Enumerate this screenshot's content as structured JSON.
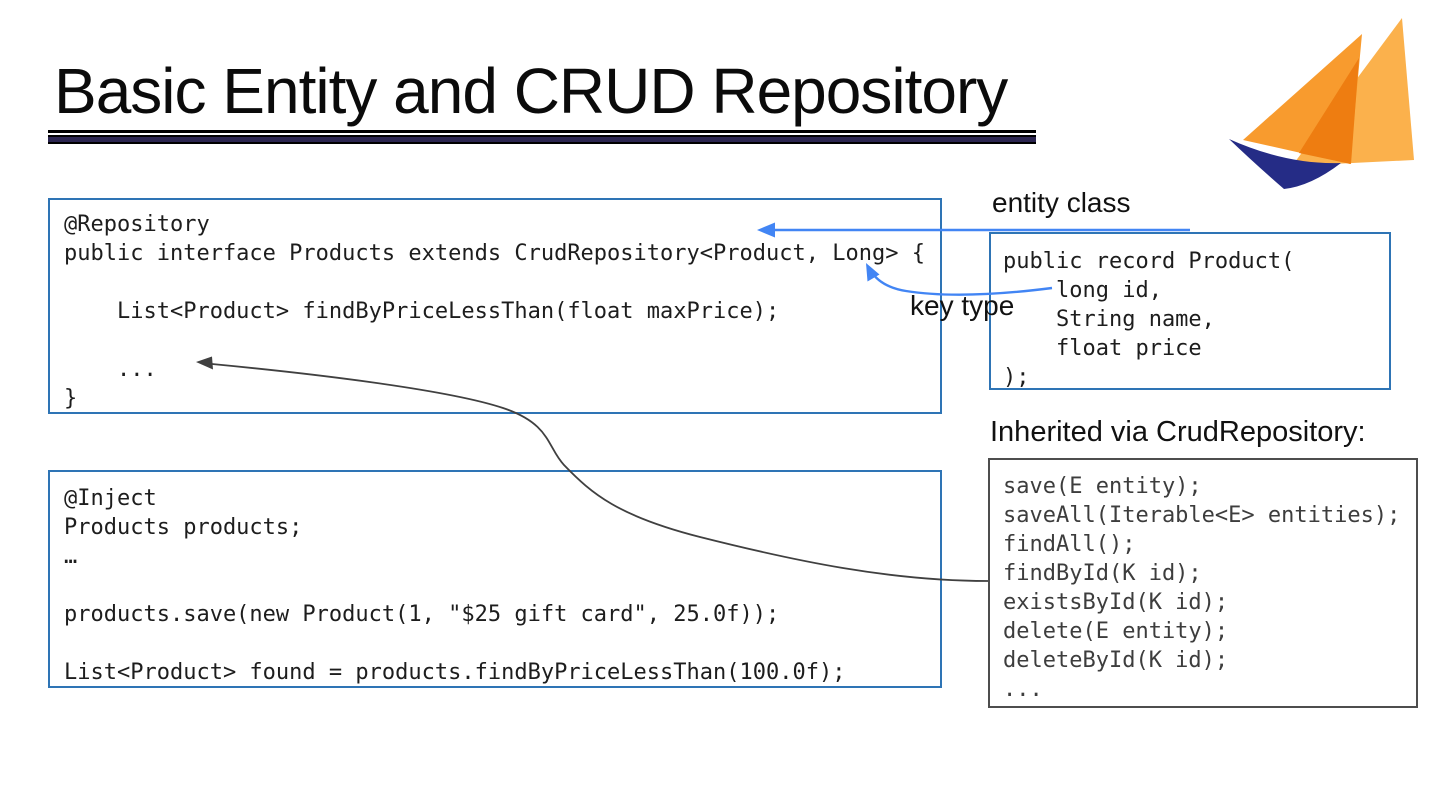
{
  "slide": {
    "title": "Basic Entity and CRUD Repository",
    "logo": {
      "name": "jakarta-ee-sailboat-logo",
      "colors": {
        "sail_light": "#FBB14C",
        "sail_medium": "#F89B2E",
        "sail_overlap": "#EE7D11",
        "hull": "#252C86"
      }
    },
    "annotations": {
      "entity_class_label": "entity class",
      "key_type_label": "key type",
      "inherited_heading": "Inherited via CrudRepository:"
    },
    "colors": {
      "code_box_border": "#2E74B5",
      "inherited_box_border": "#4D4D4D",
      "arrow_blue": "#4285F4",
      "arrow_gray": "#404040",
      "title_underline": "#2B2550",
      "code_text": "#1D1D1D"
    },
    "repository_code": {
      "lines": [
        "@Repository",
        "public interface Products extends CrudRepository<Product, Long> {",
        "",
        "    List<Product> findByPriceLessThan(float maxPrice);",
        "",
        "    ...",
        "}"
      ]
    },
    "entity_code": {
      "lines": [
        "public record Product(",
        "    long id,",
        "    String name,",
        "    float price",
        ");"
      ]
    },
    "usage_code": {
      "lines": [
        "@Inject",
        "Products products;",
        "…",
        "",
        "products.save(new Product(1, \"$25 gift card\", 25.0f));",
        "",
        "List<Product> found = products.findByPriceLessThan(100.0f);"
      ]
    },
    "inherited_code": {
      "lines": [
        "save(E entity);",
        "saveAll(Iterable<E> entities);",
        "findAll();",
        "findById(K id);",
        "existsById(K id);",
        "delete(E entity);",
        "deleteById(K id);",
        "..."
      ]
    }
  }
}
